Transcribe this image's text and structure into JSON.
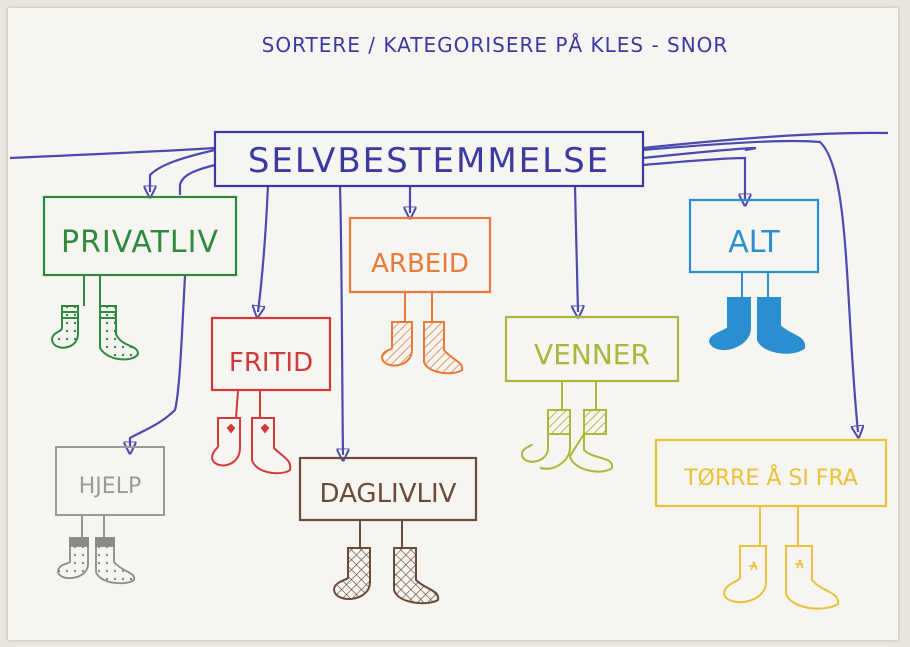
{
  "title": "SORTERE / KATEGORISERE PÅ KLES - SNOR",
  "root": {
    "label": "SELVBESTEMMELSE",
    "color": "#3a3aa0"
  },
  "line_color": "#4a4ab0",
  "categories": [
    {
      "key": "privatliv",
      "label": "PRIVATLIV",
      "color": "#2e8b3e",
      "sock": "stripes-dots"
    },
    {
      "key": "fritid",
      "label": "FRITID",
      "color": "#d23a3a",
      "sock": "hearts"
    },
    {
      "key": "arbeid",
      "label": "ARBEID",
      "color": "#e87a3a",
      "sock": "hatched"
    },
    {
      "key": "daglivliv",
      "label": "DAGLIVLIV",
      "color": "#6b4a3a",
      "sock": "crosshatch"
    },
    {
      "key": "venner",
      "label": "VENNER",
      "color": "#a8b83a",
      "sock": "hatched"
    },
    {
      "key": "alt",
      "label": "ALT",
      "color": "#2a8fd0",
      "sock": "filled"
    },
    {
      "key": "hjelp",
      "label": "HJELP",
      "color": "#9a9a98",
      "sock": "dots"
    },
    {
      "key": "torre",
      "label": "TØRRE Å SI FRA",
      "color": "#e8c23a",
      "sock": "stars"
    }
  ]
}
